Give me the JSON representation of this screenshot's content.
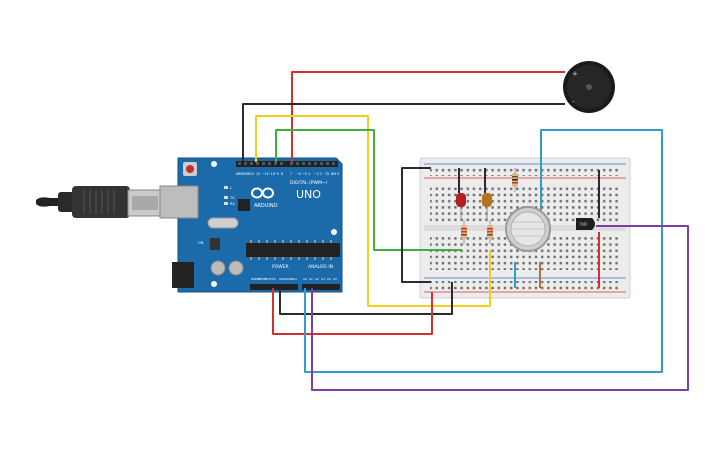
{
  "board": {
    "brand": "ARDUINO",
    "model": "UNO",
    "digital_label": "DIGITAL (PWM~)",
    "power_label": "POWER",
    "analog_label": "ANALOG IN",
    "header_digital": [
      "AREF",
      "GND",
      "13",
      "12",
      "~11",
      "~10",
      "~9",
      "8",
      "7",
      "~6",
      "~5",
      "4",
      "~3",
      "2",
      "TX 1",
      "RX 0"
    ],
    "header_power": [
      "IOREF",
      "RESET",
      "3.3V",
      "5V",
      "GND",
      "GND",
      "Vin"
    ],
    "header_analog": [
      "A0",
      "A1",
      "A2",
      "A3",
      "A4",
      "A5"
    ],
    "leds": [
      "L",
      "TX",
      "RX"
    ],
    "on_label": "ON"
  },
  "buzzer": {
    "plus": "+",
    "minus": "-"
  },
  "sensor": {
    "label": "TMP"
  },
  "wire_colors": {
    "red": "#d62f2f",
    "black": "#2b2b2b",
    "yellow": "#f2cf1c",
    "green": "#3fae3f",
    "blue": "#2e9ccc",
    "purple": "#7b3fa6",
    "board_blue": "#1b6bab"
  }
}
